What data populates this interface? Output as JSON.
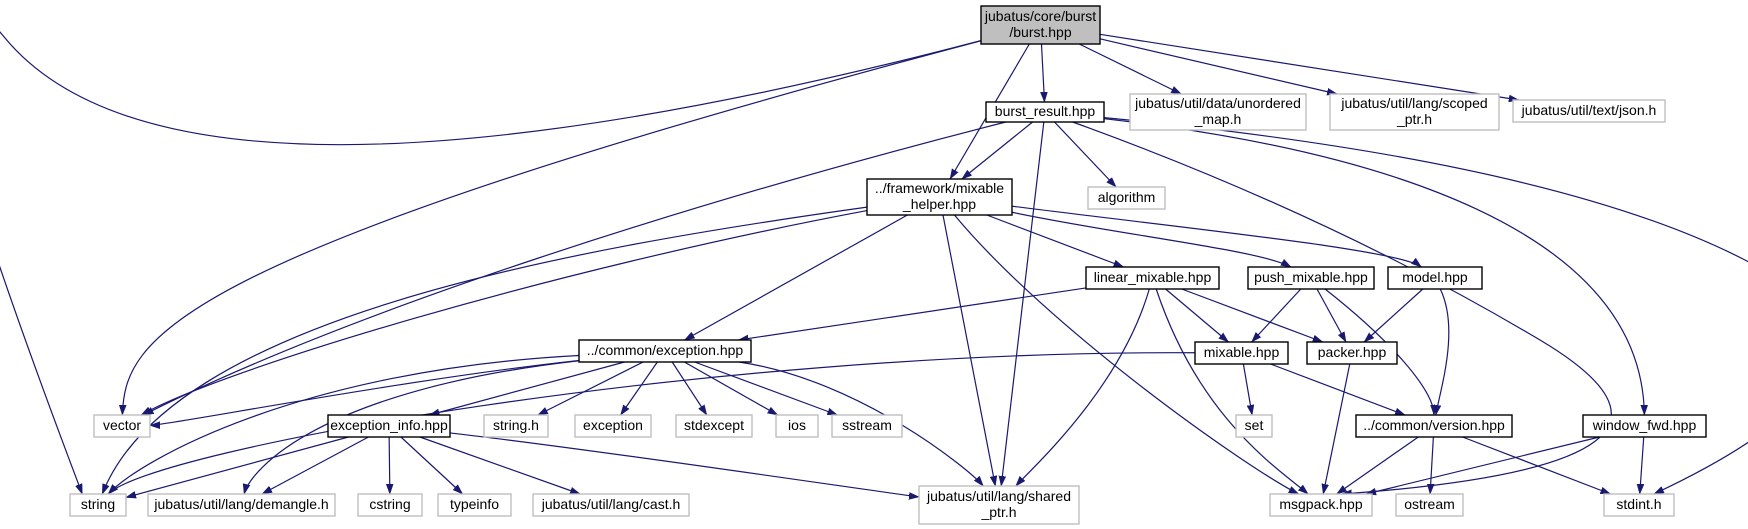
{
  "graph": {
    "style": {
      "root_fill": "#bfbfbf",
      "root_stroke": "#000000",
      "internal_stroke": "#000000",
      "external_stroke": "#bfbfbf",
      "edge_color": "#191970"
    },
    "nodes": [
      {
        "id": "burst",
        "lines": [
          "jubatus/core/burst",
          "/burst.hpp"
        ],
        "kind": "root"
      },
      {
        "id": "burst_result",
        "lines": [
          "burst_result.hpp"
        ],
        "kind": "internal"
      },
      {
        "id": "unordered_map",
        "lines": [
          "jubatus/util/data/unordered",
          "_map.h"
        ],
        "kind": "external"
      },
      {
        "id": "scoped_ptr",
        "lines": [
          "jubatus/util/lang/scoped",
          "_ptr.h"
        ],
        "kind": "external"
      },
      {
        "id": "json",
        "lines": [
          "jubatus/util/text/json.h"
        ],
        "kind": "external"
      },
      {
        "id": "mixable_helper",
        "lines": [
          "../framework/mixable",
          "_helper.hpp"
        ],
        "kind": "internal"
      },
      {
        "id": "algorithm",
        "lines": [
          "algorithm"
        ],
        "kind": "external"
      },
      {
        "id": "linear_mixable",
        "lines": [
          "linear_mixable.hpp"
        ],
        "kind": "internal"
      },
      {
        "id": "push_mixable",
        "lines": [
          "push_mixable.hpp"
        ],
        "kind": "internal"
      },
      {
        "id": "model",
        "lines": [
          "model.hpp"
        ],
        "kind": "internal"
      },
      {
        "id": "common_exception",
        "lines": [
          "../common/exception.hpp"
        ],
        "kind": "internal"
      },
      {
        "id": "mixable",
        "lines": [
          "mixable.hpp"
        ],
        "kind": "internal"
      },
      {
        "id": "packer",
        "lines": [
          "packer.hpp"
        ],
        "kind": "internal"
      },
      {
        "id": "vector",
        "lines": [
          "vector"
        ],
        "kind": "external"
      },
      {
        "id": "exception_info",
        "lines": [
          "exception_info.hpp"
        ],
        "kind": "internal"
      },
      {
        "id": "string_h",
        "lines": [
          "string.h"
        ],
        "kind": "external"
      },
      {
        "id": "exception",
        "lines": [
          "exception"
        ],
        "kind": "external"
      },
      {
        "id": "stdexcept",
        "lines": [
          "stdexcept"
        ],
        "kind": "external"
      },
      {
        "id": "ios",
        "lines": [
          "ios"
        ],
        "kind": "external"
      },
      {
        "id": "sstream",
        "lines": [
          "sstream"
        ],
        "kind": "external"
      },
      {
        "id": "set",
        "lines": [
          "set"
        ],
        "kind": "external"
      },
      {
        "id": "common_version",
        "lines": [
          "../common/version.hpp"
        ],
        "kind": "internal"
      },
      {
        "id": "window_fwd",
        "lines": [
          "window_fwd.hpp"
        ],
        "kind": "internal"
      },
      {
        "id": "string",
        "lines": [
          "string"
        ],
        "kind": "external"
      },
      {
        "id": "demangle",
        "lines": [
          "jubatus/util/lang/demangle.h"
        ],
        "kind": "external"
      },
      {
        "id": "cstring",
        "lines": [
          "cstring"
        ],
        "kind": "external"
      },
      {
        "id": "typeinfo",
        "lines": [
          "typeinfo"
        ],
        "kind": "external"
      },
      {
        "id": "cast",
        "lines": [
          "jubatus/util/lang/cast.h"
        ],
        "kind": "external"
      },
      {
        "id": "shared_ptr",
        "lines": [
          "jubatus/util/lang/shared",
          "_ptr.h"
        ],
        "kind": "external"
      },
      {
        "id": "msgpack",
        "lines": [
          "msgpack.hpp"
        ],
        "kind": "external"
      },
      {
        "id": "ostream",
        "lines": [
          "ostream"
        ],
        "kind": "external"
      },
      {
        "id": "stdint",
        "lines": [
          "stdint.h"
        ],
        "kind": "external"
      }
    ],
    "edges": [
      [
        "burst",
        "burst_result"
      ],
      [
        "burst",
        "unordered_map"
      ],
      [
        "burst",
        "scoped_ptr"
      ],
      [
        "burst",
        "json"
      ],
      [
        "burst",
        "mixable_helper"
      ],
      [
        "burst",
        "vector"
      ],
      [
        "burst",
        "string"
      ],
      [
        "burst_result",
        "mixable_helper"
      ],
      [
        "burst_result",
        "algorithm"
      ],
      [
        "burst_result",
        "vector"
      ],
      [
        "burst_result",
        "shared_ptr"
      ],
      [
        "burst_result",
        "msgpack"
      ],
      [
        "burst_result",
        "window_fwd"
      ],
      [
        "burst_result",
        "stdint"
      ],
      [
        "mixable_helper",
        "linear_mixable"
      ],
      [
        "mixable_helper",
        "push_mixable"
      ],
      [
        "mixable_helper",
        "model"
      ],
      [
        "mixable_helper",
        "common_exception"
      ],
      [
        "mixable_helper",
        "vector"
      ],
      [
        "mixable_helper",
        "string"
      ],
      [
        "mixable_helper",
        "shared_ptr"
      ],
      [
        "mixable_helper",
        "msgpack"
      ],
      [
        "linear_mixable",
        "common_exception"
      ],
      [
        "linear_mixable",
        "mixable"
      ],
      [
        "linear_mixable",
        "packer"
      ],
      [
        "linear_mixable",
        "shared_ptr"
      ],
      [
        "linear_mixable",
        "msgpack"
      ],
      [
        "push_mixable",
        "mixable"
      ],
      [
        "push_mixable",
        "packer"
      ],
      [
        "push_mixable",
        "common_version"
      ],
      [
        "model",
        "packer"
      ],
      [
        "model",
        "common_version"
      ],
      [
        "common_exception",
        "vector"
      ],
      [
        "common_exception",
        "exception_info"
      ],
      [
        "common_exception",
        "string_h"
      ],
      [
        "common_exception",
        "exception"
      ],
      [
        "common_exception",
        "stdexcept"
      ],
      [
        "common_exception",
        "ios"
      ],
      [
        "common_exception",
        "sstream"
      ],
      [
        "common_exception",
        "string"
      ],
      [
        "common_exception",
        "demangle"
      ],
      [
        "common_exception",
        "shared_ptr"
      ],
      [
        "mixable",
        "set"
      ],
      [
        "mixable",
        "common_version"
      ],
      [
        "mixable",
        "string"
      ],
      [
        "packer",
        "msgpack"
      ],
      [
        "exception_info",
        "string"
      ],
      [
        "exception_info",
        "demangle"
      ],
      [
        "exception_info",
        "cstring"
      ],
      [
        "exception_info",
        "typeinfo"
      ],
      [
        "exception_info",
        "cast"
      ],
      [
        "exception_info",
        "shared_ptr"
      ],
      [
        "common_version",
        "msgpack"
      ],
      [
        "common_version",
        "ostream"
      ],
      [
        "common_version",
        "stdint"
      ],
      [
        "window_fwd",
        "msgpack"
      ],
      [
        "window_fwd",
        "stdint"
      ]
    ]
  }
}
